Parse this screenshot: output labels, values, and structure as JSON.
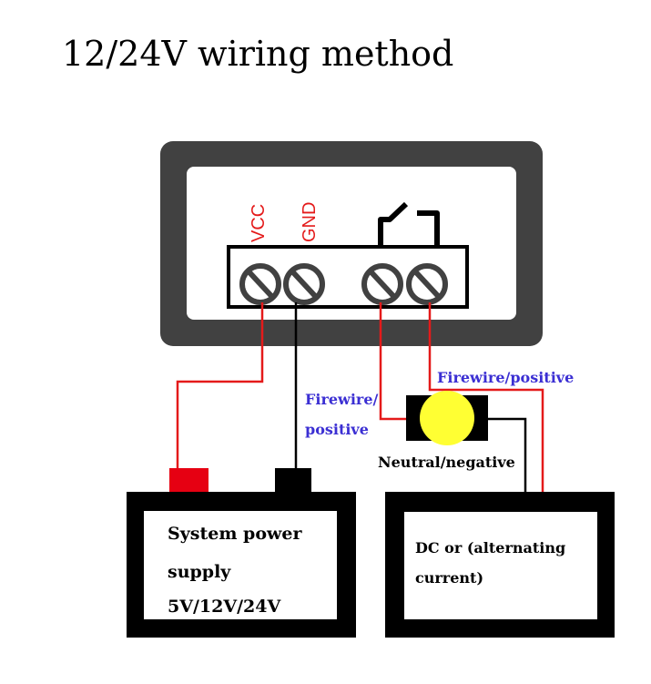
{
  "title": "12/24V wiring method",
  "terminals": {
    "vcc_label": "VCC",
    "gnd_label": "GND"
  },
  "wires": {
    "positive_right_label": "Firewire/positive",
    "positive_left_line1": "Firewire/",
    "positive_left_line2": "positive",
    "neutral_label": "Neutral/negative"
  },
  "power_box": {
    "line1": "System power",
    "line2": "supply",
    "line3": "5V/12V/24V"
  },
  "load_box": {
    "line1": "DC or (alternating",
    "line2": "current)"
  },
  "colors": {
    "wire_red": "#e41a1a",
    "wire_black": "#000000",
    "label_blue": "#3b2fd3",
    "bezel": "#414141",
    "bulb": "#ffff33",
    "positive_terminal": "#e60012"
  }
}
